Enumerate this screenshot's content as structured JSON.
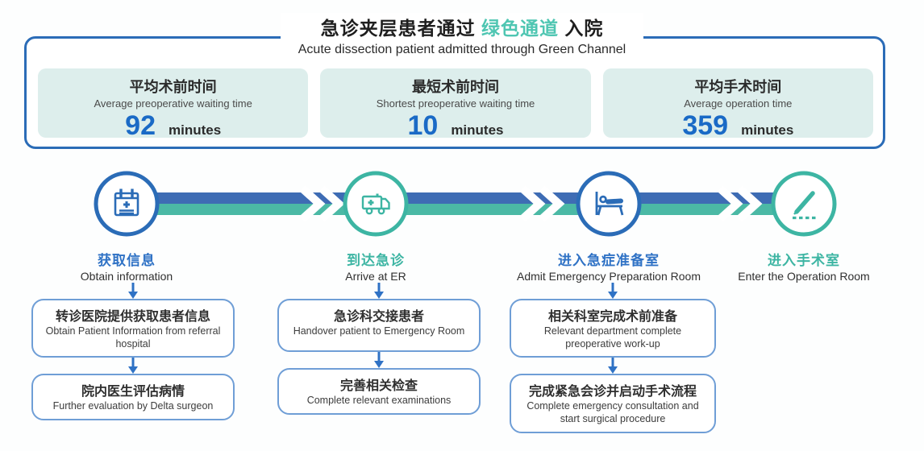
{
  "colors": {
    "blue": "#2b6cb7",
    "band_blue": "#3e6cb4",
    "teal": "#43b9a7",
    "highlight_teal": "#4fc6b2",
    "number_blue": "#1a6ac6",
    "stat_bg": "#ddeeec",
    "box_border": "#6f9ed6"
  },
  "header": {
    "title_zh_prefix": "急诊夹层患者通过 ",
    "title_zh_highlight": "绿色通道",
    "title_zh_suffix": " 入院",
    "subtitle_en": "Acute dissection patient admitted through Green Channel"
  },
  "stats": {
    "items": [
      {
        "title_zh": "平均术前时间",
        "title_en": "Average preoperative waiting time",
        "value": "92",
        "unit": "minutes"
      },
      {
        "title_zh": "最短术前时间",
        "title_en": "Shortest preoperative waiting time",
        "value": "10",
        "unit": "minutes"
      },
      {
        "title_zh": "平均手术时间",
        "title_en": "Average operation time",
        "value": "359",
        "unit": "minutes"
      }
    ]
  },
  "steps": [
    {
      "title_zh": "获取信息",
      "title_en": "Obtain information",
      "icon": "medical-calendar-icon",
      "accent": "blue",
      "boxes": [
        {
          "zh": "转诊医院提供获取患者信息",
          "en": "Obtain Patient Information from referral hospital"
        },
        {
          "zh": "院内医生评估病情",
          "en": "Further evaluation by Delta surgeon"
        }
      ]
    },
    {
      "title_zh": "到达急诊",
      "title_en": "Arrive at ER",
      "icon": "ambulance-icon",
      "accent": "teal",
      "boxes": [
        {
          "zh": "急诊科交接患者",
          "en": "Handover patient to Emergency Room"
        },
        {
          "zh": "完善相关检查",
          "en": "Complete relevant examinations"
        }
      ]
    },
    {
      "title_zh": "进入急症准备室",
      "title_en": "Admit Emergency Preparation Room",
      "icon": "hospital-bed-icon",
      "accent": "blue",
      "boxes": [
        {
          "zh": "相关科室完成术前准备",
          "en": "Relevant department complete preoperative work-up"
        },
        {
          "zh": "完成紧急会诊并启动手术流程",
          "en": "Complete emergency consultation and start surgical procedure"
        }
      ]
    },
    {
      "title_zh": "进入手术室",
      "title_en": "Enter the Operation Room",
      "icon": "scalpel-icon",
      "accent": "teal",
      "boxes": []
    }
  ]
}
